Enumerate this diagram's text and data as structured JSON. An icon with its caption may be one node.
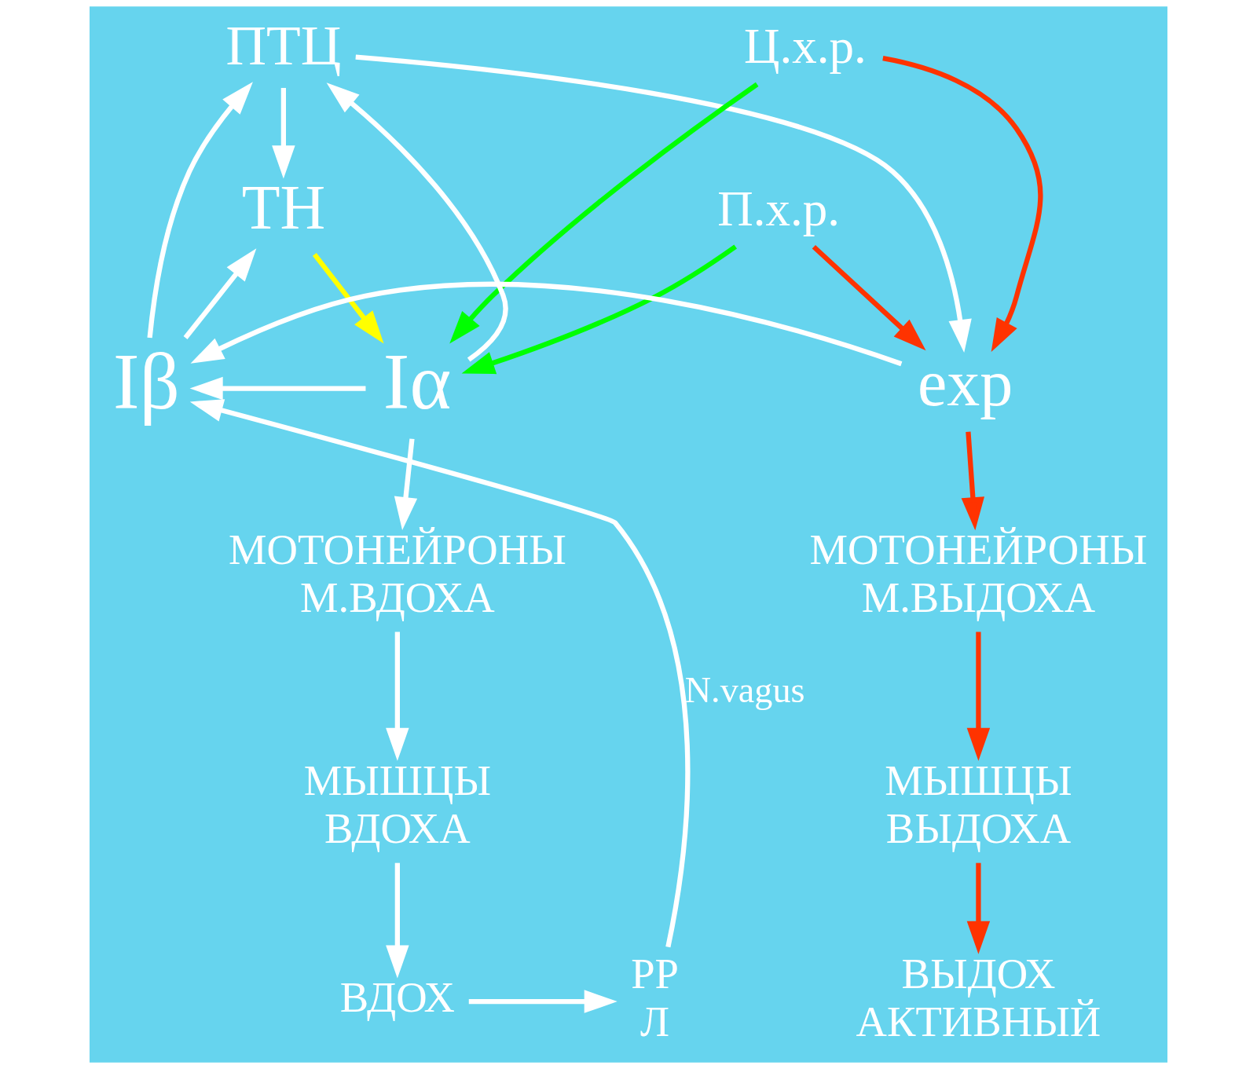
{
  "diagram": {
    "nodes": [
      {
        "text": [
          "ПТЦ"
        ]
      },
      {
        "text": [
          "Ц.х.р."
        ]
      },
      {
        "text": [
          "ТН"
        ]
      },
      {
        "text": [
          "П.х.р."
        ]
      },
      {
        "text": [
          "Iβ"
        ]
      },
      {
        "text": [
          "Iα"
        ]
      },
      {
        "text": [
          "exp"
        ]
      },
      {
        "text": [
          "МОТОНЕЙРОНЫ М.ВДОХА"
        ]
      },
      {
        "text": [
          "МОТОНЕЙРОНЫ М.ВЫДОХА"
        ]
      },
      {
        "text": [
          "МЫШЦЫ ВДОХА"
        ]
      },
      {
        "text": [
          "МЫШЦЫ ВЫДОХА"
        ]
      },
      {
        "text": [
          "РР Л"
        ]
      },
      {
        "text": [
          "ВДОХ"
        ]
      },
      {
        "text": [
          "ВЫДОХ АКТИВНЫЙ"
        ]
      }
    ],
    "edges": [
      {
        "from": 4,
        "to": 0,
        "arrow": "to"
      },
      {
        "from": 0,
        "to": 2,
        "arrow": "to"
      },
      {
        "from": 4,
        "to": 2,
        "arrow": "to"
      },
      {
        "from": 2,
        "to": 5,
        "arrow": "to",
        "color": "#ffff00"
      },
      {
        "from": 5,
        "to": 0,
        "arrow": "to"
      },
      {
        "from": 1,
        "to": 5,
        "arrow": "to",
        "color": "#00ff00"
      },
      {
        "from": 3,
        "to": 5,
        "arrow": "to",
        "color": "#00ff00"
      },
      {
        "from": 1,
        "to": 6,
        "arrow": "to",
        "color": "#ff3300"
      },
      {
        "from": 3,
        "to": 6,
        "arrow": "to",
        "color": "#ff3300"
      },
      {
        "from": 0,
        "to": 6,
        "arrow": "to"
      },
      {
        "from": 5,
        "to": 4,
        "arrow": "to"
      },
      {
        "from": 6,
        "to": 4,
        "arrow": "to"
      },
      {
        "from": 5,
        "to": 7,
        "arrow": "to"
      },
      {
        "from": 6,
        "to": 8,
        "arrow": "to",
        "color": "#ff3300"
      },
      {
        "from": 7,
        "to": 9,
        "arrow": "to"
      },
      {
        "from": 8,
        "to": 10,
        "arrow": "to",
        "color": "#ff3300"
      },
      {
        "from": 9,
        "to": 12,
        "arrow": "to"
      },
      {
        "from": 10,
        "to": 13,
        "arrow": "to",
        "color": "#ff3300"
      },
      {
        "from": 12,
        "to": 11,
        "arrow": "to"
      },
      {
        "from": 11,
        "to": 4,
        "arrow": "to",
        "label": "N.vagus"
      }
    ]
  }
}
